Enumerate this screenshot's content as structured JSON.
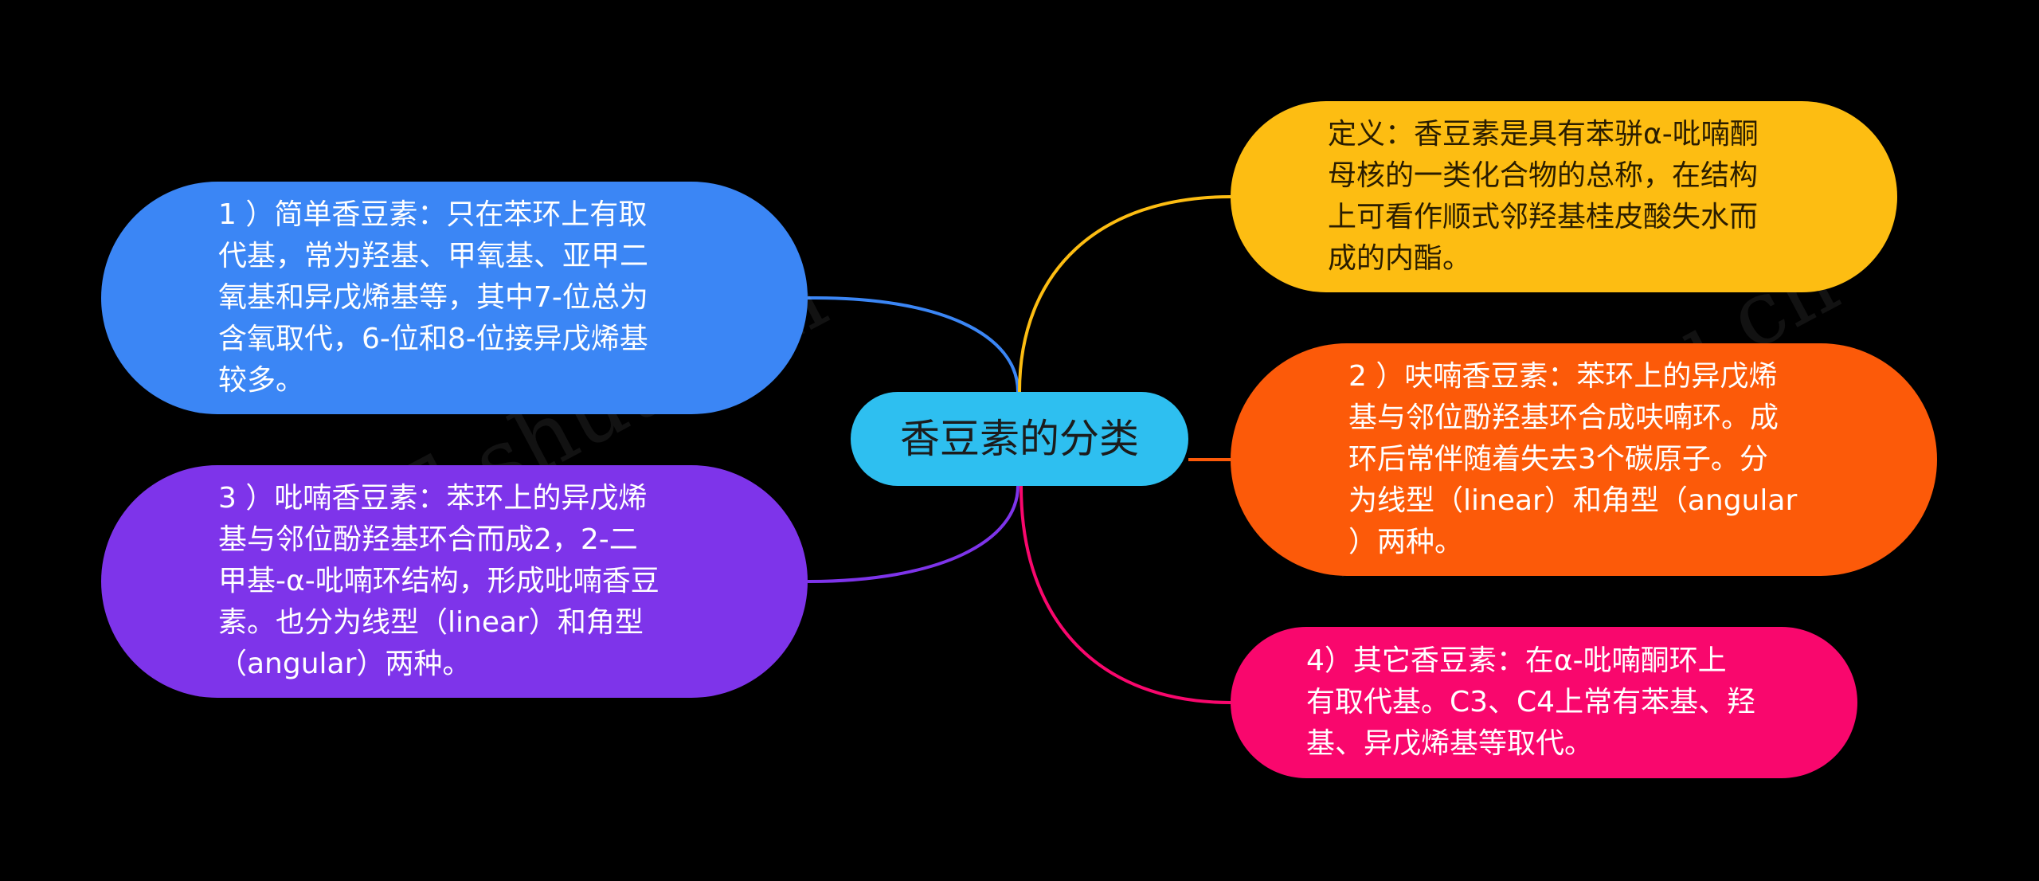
{
  "colors": {
    "background": "#000000",
    "center": "#2ebff0",
    "simple": "#3b86f5",
    "pyrano": "#7e34ea",
    "definition": "#fdbd12",
    "furano": "#fc5a09",
    "other": "#f9076d"
  },
  "center": {
    "label": "香豆素的分类"
  },
  "branches": {
    "simple": "1 ）简单香豆素：只在苯环上有取\n代基，常为羟基、甲氧基、亚甲二\n氧基和异戊烯基等，其中7-位总为\n含氧取代，6-位和8-位接异戊烯基\n较多。",
    "pyrano": "3 ）吡喃香豆素：苯环上的异戊烯\n基与邻位酚羟基环合而成2，2-二\n甲基-α-吡喃环结构，形成吡喃香豆\n素。也分为线型（linear）和角型\n（angular）两种。",
    "definition": "定义：香豆素是具有苯骈α-吡喃酮\n母核的一类化合物的总称，在结构\n上可看作顺式邻羟基桂皮酸失水而\n成的内酯。",
    "furano": "2 ）呋喃香豆素：苯环上的异戊烯\n基与邻位酚羟基环合成呋喃环。成\n环后常伴随着失去3个碳原子。分\n为线型（linear）和角型（angular\n）两种。",
    "other": "4）其它香豆素：在α-吡喃酮环上\n有取代基。C3、C4上常有苯基、羟\n基、异戊烯基等取代。"
  },
  "watermarks": {
    "left": "树图 shutu.cn",
    "right": "树图 shutu.cn"
  }
}
